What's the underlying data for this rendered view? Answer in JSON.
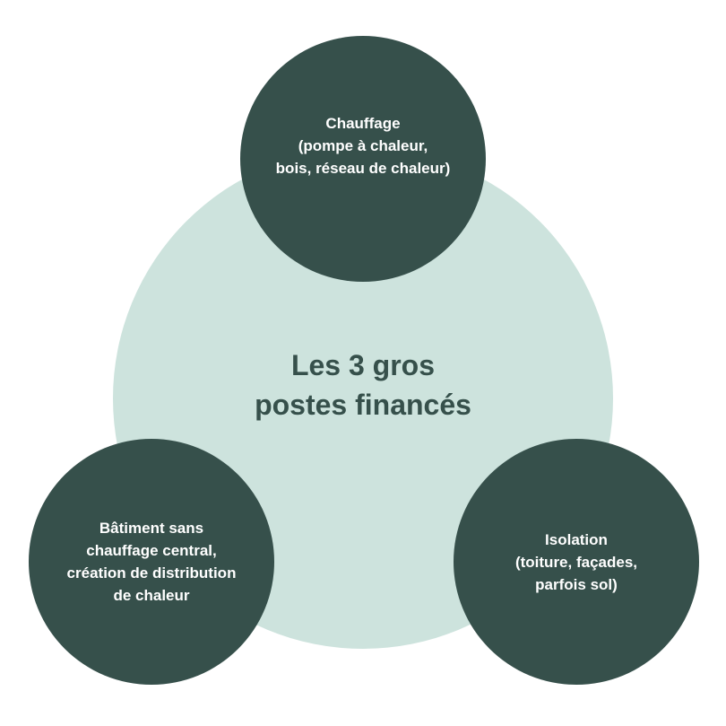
{
  "center": {
    "line1": "Les 3 gros",
    "line2": "postes financés"
  },
  "top": {
    "lines": [
      "Chauffage",
      "(pompe à chaleur,",
      "bois, réseau de chaleur)"
    ]
  },
  "left": {
    "lines": [
      "Bâtiment sans",
      "chauffage central,",
      "création de distribution",
      "de chaleur"
    ]
  },
  "right": {
    "lines": [
      "Isolation",
      "(toiture, façades,",
      "parfois sol)"
    ]
  },
  "colors": {
    "dark": "#36504b",
    "light": "#cde3dd"
  }
}
